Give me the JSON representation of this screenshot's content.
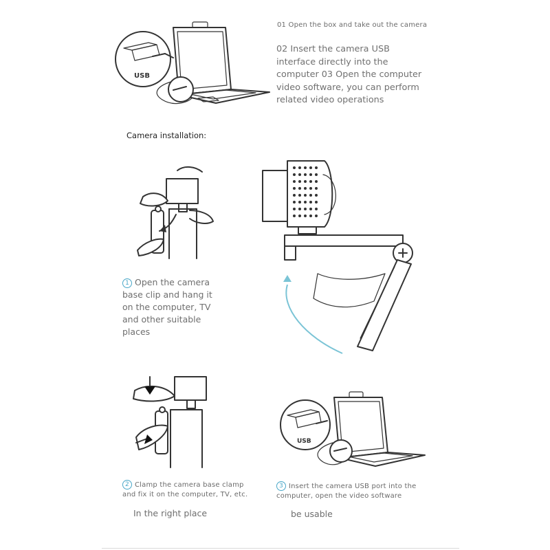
{
  "header": {
    "step_01": "01 Open the box and take out the camera",
    "steps_02_03": "02 Insert the camera USB interface directly into the computer 03 Open the computer video software, you can perform related video operations"
  },
  "section_title": "Camera installation:",
  "usb_label": "USB",
  "instructions": {
    "step1_num": "1",
    "step1_text": "Open the camera base clip and hang it on the computer, TV and other suitable places",
    "step2_num": "2",
    "step2_text": "Clamp the camera base clamp and fix it on the computer, TV, etc.",
    "step2_extra": "In the right place",
    "step3_num": "3",
    "step3_text": "Insert the camera USB port into the computer, open the video software",
    "step3_extra": "be usable"
  },
  "colors": {
    "accent": "#49a7c8",
    "text": "#6e6e6e",
    "line_art": "#333333"
  },
  "icons": [
    "laptop-icon",
    "usb-connector-icon",
    "webcam-icon",
    "curved-arrow-icon",
    "down-arrow-icon"
  ]
}
